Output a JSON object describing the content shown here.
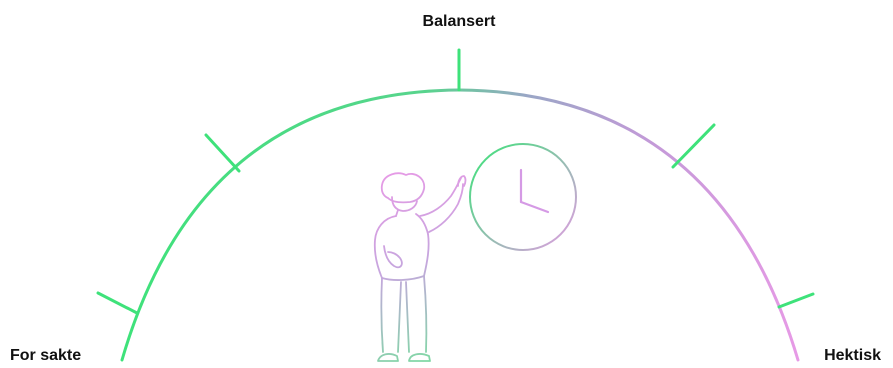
{
  "labels": {
    "top": "Balansert",
    "left": "For sakte",
    "right": "Hektisk"
  },
  "colors": {
    "green": "#3ee27a",
    "purple": "#e79ae6",
    "mid": "#9aa6c6",
    "text": "#111111"
  },
  "icons": {
    "clock": "clock-icon",
    "person": "person-pointing-icon"
  }
}
